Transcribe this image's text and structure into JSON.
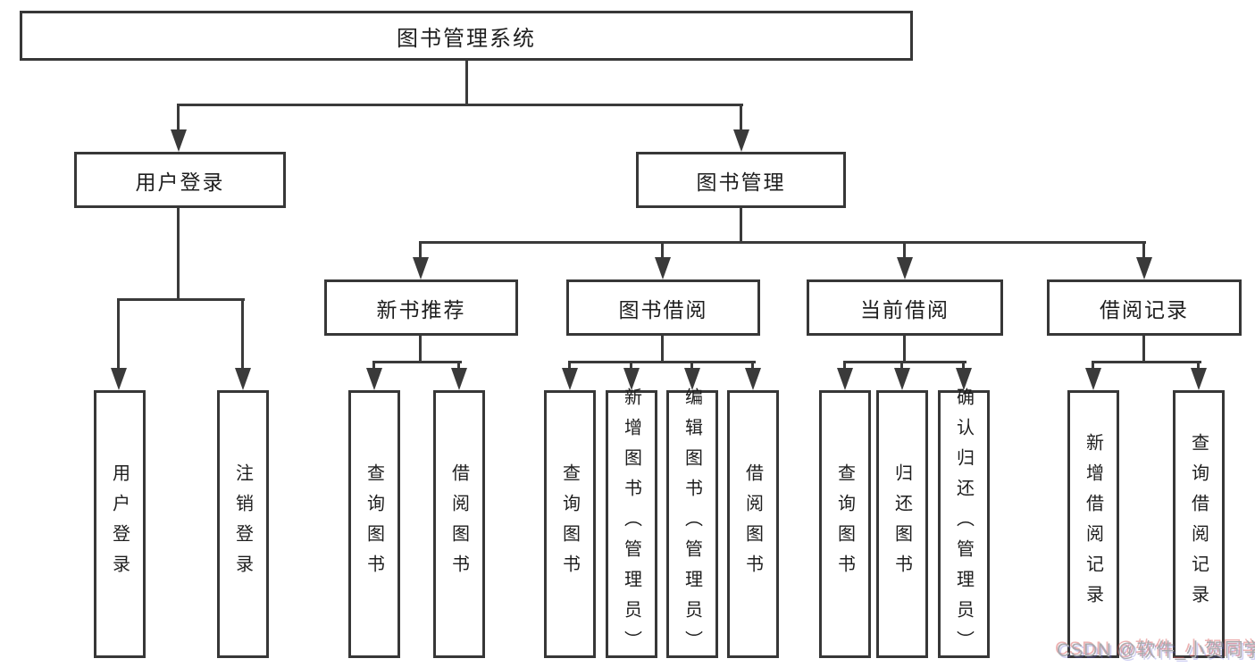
{
  "tree": {
    "label": "图书管理系统",
    "children": [
      {
        "label": "用户登录",
        "children": [
          {
            "label": "用户登录"
          },
          {
            "label": "注销登录"
          }
        ]
      },
      {
        "label": "图书管理",
        "children": [
          {
            "label": "新书推荐",
            "children": [
              {
                "label": "查询图书"
              },
              {
                "label": "借阅图书"
              }
            ]
          },
          {
            "label": "图书借阅",
            "children": [
              {
                "label": "查询图书"
              },
              {
                "label": "新增图书（管理员）"
              },
              {
                "label": "编辑图书（管理员）"
              },
              {
                "label": "借阅图书"
              }
            ]
          },
          {
            "label": "当前借阅",
            "children": [
              {
                "label": "查询图书"
              },
              {
                "label": "归还图书"
              },
              {
                "label": "确认归还（管理员）"
              }
            ]
          },
          {
            "label": "借阅记录",
            "children": [
              {
                "label": "新增借阅记录"
              },
              {
                "label": "查询借阅记录"
              }
            ]
          }
        ]
      }
    ]
  },
  "watermark": {
    "text": "CSDN @软件_小贺同学"
  },
  "colors": {
    "line": "#3a3a3a",
    "box_border": "#373737",
    "box_fill": "#ffffff",
    "text": "#1e1e1e",
    "watermark": "#a9a9ae"
  }
}
